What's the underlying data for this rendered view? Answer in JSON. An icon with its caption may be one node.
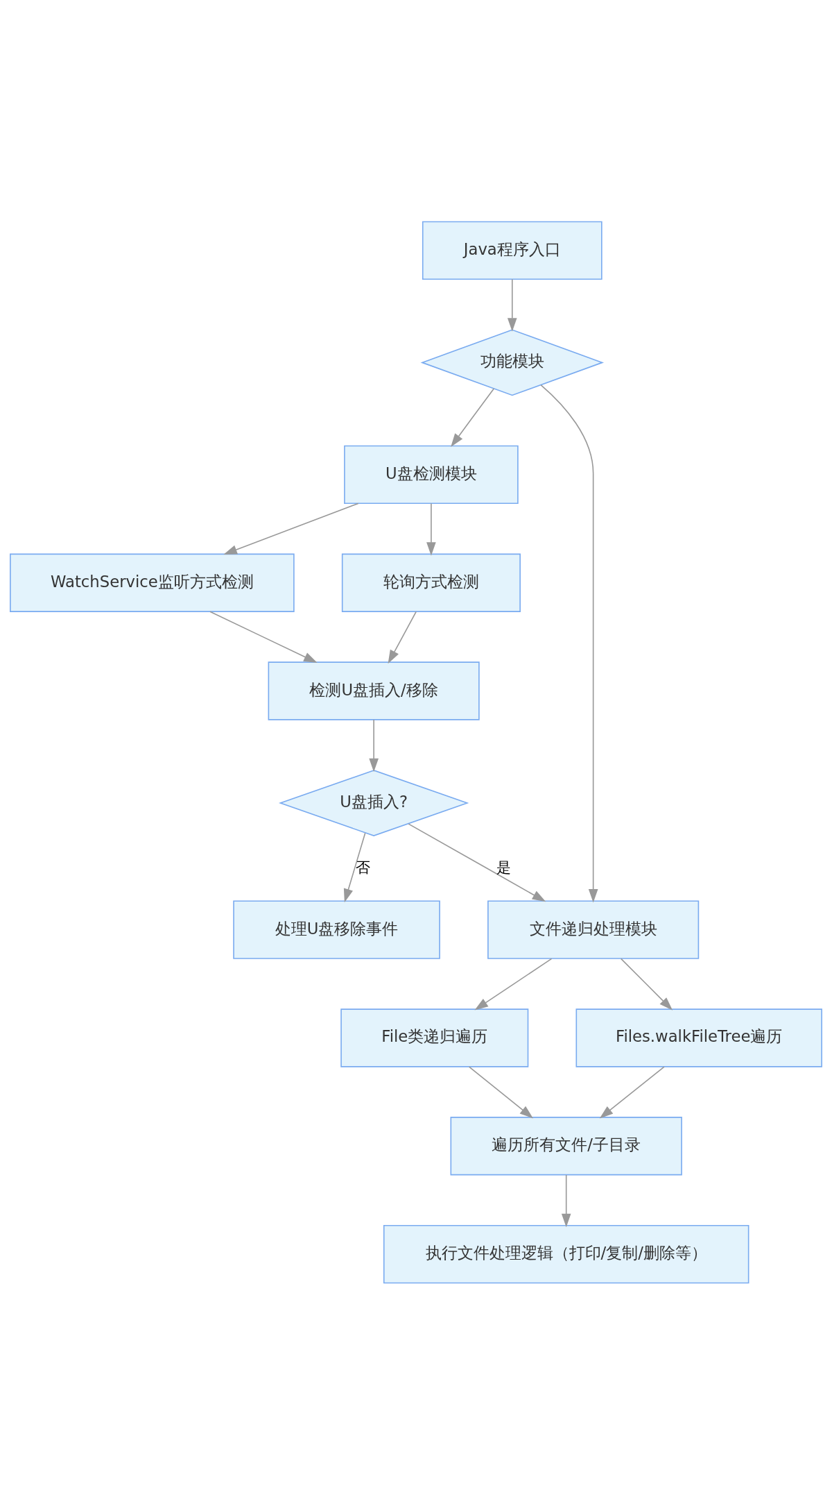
{
  "diagram": {
    "nodes": [
      {
        "text": [
          "Java程序入口"
        ]
      },
      {
        "text": [
          "功能模块"
        ]
      },
      {
        "text": [
          "U盘检测模块"
        ]
      },
      {
        "text": [
          "轮询方式检测"
        ]
      },
      {
        "text": [
          "WatchService监听方式检测"
        ]
      },
      {
        "text": [
          "检测U盘插入/移除"
        ]
      },
      {
        "text": [
          "U盘插入?"
        ]
      },
      {
        "text": [
          "文件递归处理模块"
        ]
      },
      {
        "text": [
          "处理U盘移除事件"
        ]
      },
      {
        "text": [
          "File类递归遍历"
        ]
      },
      {
        "text": [
          "Files.walkFileTree遍历"
        ]
      },
      {
        "text": [
          "遍历所有文件/子目录"
        ]
      },
      {
        "text": [
          "执行文件处理逻辑（打印/复制/删除等）"
        ]
      }
    ],
    "edges": [
      {
        "from": 0,
        "to": 1,
        "arrow": "to"
      },
      {
        "from": 1,
        "to": 7,
        "arrow": "to"
      },
      {
        "from": 1,
        "to": 2,
        "arrow": "to"
      },
      {
        "from": 2,
        "to": 3,
        "arrow": "to"
      },
      {
        "from": 2,
        "to": 4,
        "arrow": "to"
      },
      {
        "from": 3,
        "to": 5,
        "arrow": "to"
      },
      {
        "from": 4,
        "to": 5,
        "arrow": "to"
      },
      {
        "from": 5,
        "to": 6,
        "arrow": "to"
      },
      {
        "from": 6,
        "to": 7,
        "label": "是",
        "arrow": "to"
      },
      {
        "from": 6,
        "to": 8,
        "label": "否",
        "arrow": "to"
      },
      {
        "from": 7,
        "to": 9,
        "arrow": "to"
      },
      {
        "from": 7,
        "to": 10,
        "arrow": "to"
      },
      {
        "from": 9,
        "to": 11,
        "arrow": "to"
      },
      {
        "from": 10,
        "to": 11,
        "arrow": "to"
      },
      {
        "from": 11,
        "to": 12,
        "arrow": "to"
      }
    ]
  }
}
